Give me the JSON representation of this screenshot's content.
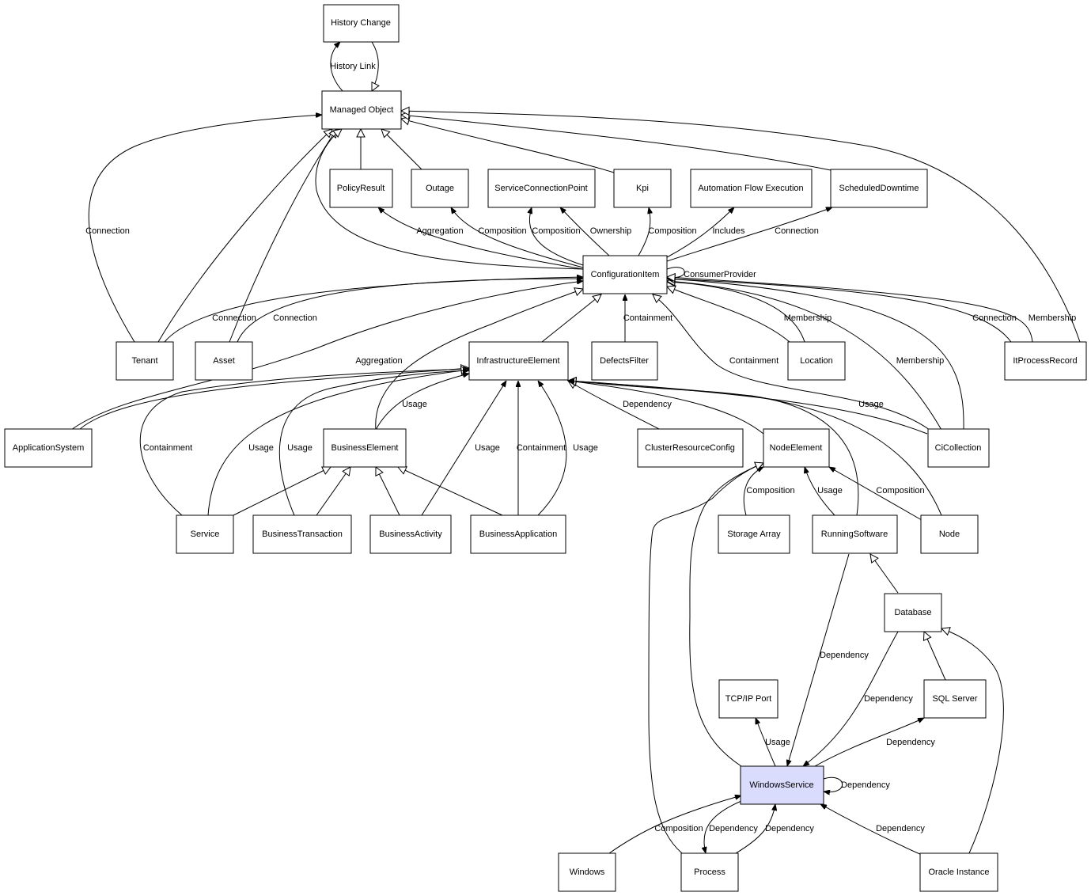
{
  "nodes": {
    "history_change": "History Change",
    "managed_object": "Managed Object",
    "policy_result": "PolicyResult",
    "outage": "Outage",
    "service_connection_point": "ServiceConnectionPoint",
    "kpi": "Kpi",
    "automation_flow_execution": "Automation Flow Execution",
    "scheduled_downtime": "ScheduledDowntime",
    "configuration_item": "ConfigurationItem",
    "tenant": "Tenant",
    "asset": "Asset",
    "infrastructure_element": "InfrastructureElement",
    "defects_filter": "DefectsFilter",
    "location": "Location",
    "it_process_record": "ItProcessRecord",
    "application_system": "ApplicationSystem",
    "business_element": "BusinessElement",
    "cluster_resource_config": "ClusterResourceConfig",
    "node_element": "NodeElement",
    "ci_collection": "CiCollection",
    "service": "Service",
    "business_transaction": "BusinessTransaction",
    "business_activity": "BusinessActivity",
    "business_application": "BusinessApplication",
    "storage_array": "Storage Array",
    "running_software": "RunningSoftware",
    "node": "Node",
    "database": "Database",
    "tcpip_port": "TCP/IP Port",
    "sql_server": "SQL Server",
    "windows_service": "WindowsService",
    "windows": "Windows",
    "process": "Process",
    "oracle_instance": "Oracle Instance"
  },
  "edge_labels": {
    "history_link": "History Link",
    "mo_tenant_connection": "Connection",
    "ci_policy_aggregation": "Aggregation",
    "ci_outage_composition": "Composition",
    "ci_scp_composition": "Composition",
    "ci_scp_ownership": "Ownership",
    "ci_kpi_composition": "Composition",
    "ci_afe_includes": "Includes",
    "ci_sd_connection": "Connection",
    "ci_self_consumer_provider": "ConsumerProvider",
    "tenant_ci_connection": "Connection",
    "asset_ci_connection": "Connection",
    "ci_defects_containment": "Containment",
    "location_membership": "Membership",
    "cicollection_containment": "Containment",
    "cicollection_membership": "Membership",
    "itprocess_connection": "Connection",
    "itprocess_membership": "Membership",
    "appsystem_aggregation": "Aggregation",
    "be_ie_usage": "Usage",
    "ie_dependency": "Dependency",
    "cicollection_ie_usage": "Usage",
    "service_containment": "Containment",
    "service_usage": "Usage",
    "bt_usage": "Usage",
    "ba_usage": "Usage",
    "bapp_containment": "Containment",
    "bapp_usage": "Usage",
    "storage_composition": "Composition",
    "running_usage": "Usage",
    "node_composition": "Composition",
    "running_ws_dependency": "Dependency",
    "database_ws_dependency": "Dependency",
    "tcpip_usage": "Usage",
    "sqlserver_dependency": "Dependency",
    "ws_self_dependency": "Dependency",
    "windows_composition": "Composition",
    "ws_process_dependency": "Dependency",
    "process_ws_dependency": "Dependency",
    "oracle_dependency": "Dependency"
  },
  "colors": {
    "highlight_fill": "#d9dcfc",
    "stroke": "#000000",
    "background": "#ffffff"
  }
}
